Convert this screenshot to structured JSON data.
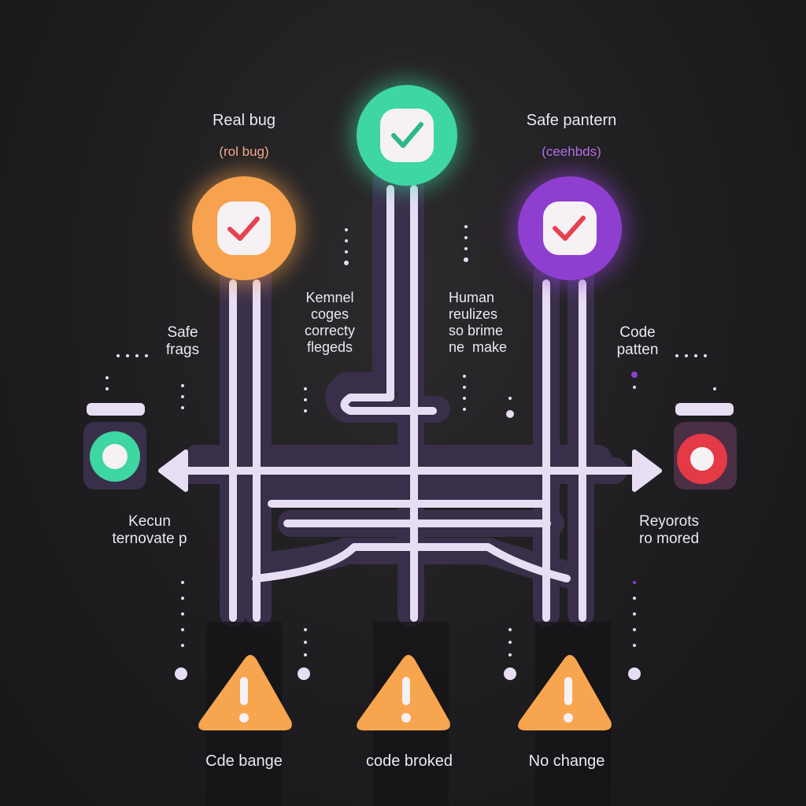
{
  "colors": {
    "background": "#1e1d1f",
    "track_dark": "#3a2f4a",
    "track_light": "#e7def4",
    "green": "#3ed6a2",
    "orange": "#f7a24e",
    "purple": "#8e3fd0",
    "red": "#e33a46",
    "warning": "#f8a54f"
  },
  "nodes": {
    "top_left": {
      "title": "Real bug",
      "subtitle": "(rol bug)",
      "icon": "check-icon",
      "color": "#f7a24e"
    },
    "top_center": {
      "icon": "check-icon",
      "color": "#3ed6a2"
    },
    "top_right": {
      "title": "Safe pantern",
      "subtitle": "(ceehbds)",
      "icon": "check-icon",
      "color": "#8e3fd0"
    }
  },
  "labels": {
    "left_mid": "Safe\nfrags",
    "center_left": "Kemnel\ncoges\ncorrecty\nflegeds",
    "center_right": "Human\nreulizes\nso brime\nne  make",
    "right_mid": "Code\npatten",
    "left_low": "Kecun\nternovate p",
    "right_low": "Reyorots\nro mored"
  },
  "signals": {
    "left": {
      "color": "#3ed6a2",
      "icon": "signal-light-icon"
    },
    "right": {
      "color": "#e33a46",
      "icon": "signal-light-icon"
    }
  },
  "outcomes": [
    {
      "label": "Cde bange",
      "icon": "warning-icon"
    },
    {
      "label": "code broked",
      "icon": "warning-icon"
    },
    {
      "label": "No change",
      "icon": "warning-icon"
    }
  ]
}
